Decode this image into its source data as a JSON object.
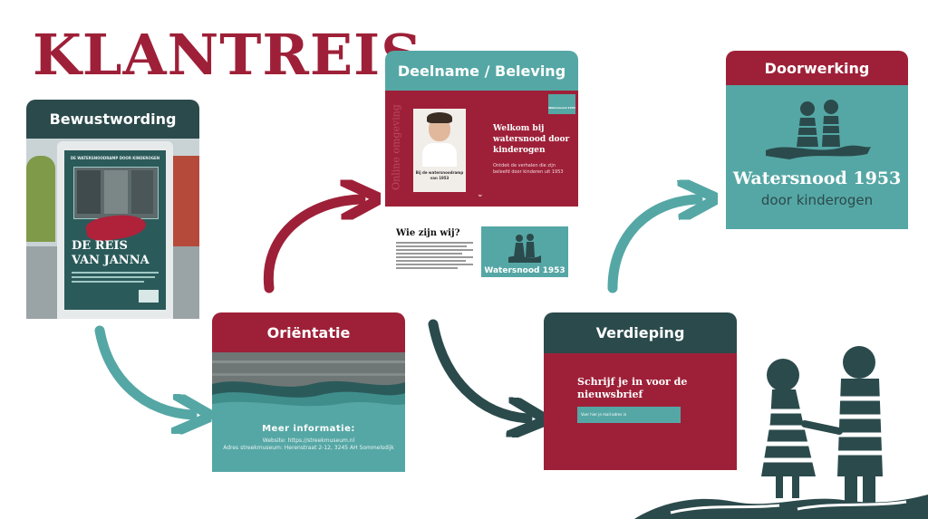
{
  "page": {
    "title": "KLANTREIS"
  },
  "colors": {
    "crimson": "#9e2038",
    "teal": "#55a7a5",
    "dark_teal": "#2b4a4c",
    "white": "#ffffff"
  },
  "stages": {
    "bewustwording": {
      "label": "Bewustwording",
      "poster_top": "DE WATERSNOODRAMP DOOR KINDEROGEN",
      "poster_title_1": "DE REIS",
      "poster_title_2": "VAN JANNA"
    },
    "orientatie": {
      "label": "Oriëntatie",
      "heading": "Meer informatie:",
      "website": "Website: https://streekmuseum.nl",
      "address": "Adres streekmuseum: Herenstraat 2-12, 3245 AH Sommelsdijk"
    },
    "deelname": {
      "label": "Deelname / Beleving",
      "side_text": "Online omgeving",
      "welcome": "Welkom bij watersnood door kinderogen",
      "sub": "Ontdek de verhalen die zijn beleefd door kinderen uit 1953",
      "photo_caption": "Bij de watersnoodramp van 1953",
      "logo_small": "Watersnood 1953",
      "who_title": "Wie zijn wij?",
      "logo_preview": "Watersnood 1953"
    },
    "verdieping": {
      "label": "Verdieping",
      "heading": "Schrijf je in voor de nieuwsbrief",
      "email_placeholder": "Voer hier je mail-adres in"
    },
    "doorwerking": {
      "label": "Doorwerking",
      "logo_line1": "Watersnood 1953",
      "logo_line2": "door kinderogen"
    }
  }
}
